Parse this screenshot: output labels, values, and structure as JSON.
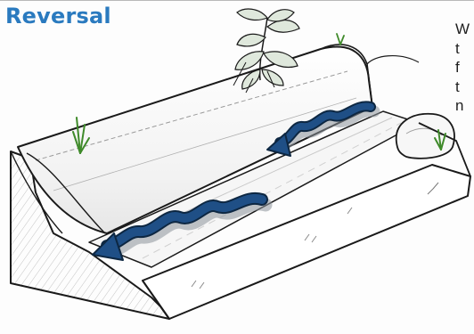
{
  "figure": {
    "title": "Reversal",
    "side_text_fragments": [
      "W",
      "t",
      "f",
      "t",
      "n"
    ],
    "colors": {
      "title": "#2a7abf",
      "flow_arrow": "#1f4f86",
      "flow_arrow_outline": "#0d2742",
      "flow_arrow_shadow": "#8d949b",
      "vegetation": "#3f8a2a",
      "line_art": "#1a1a1a"
    },
    "icons": [
      "water-flow-arrow",
      "grass-tuft-icon",
      "plant-icon",
      "rock-icon"
    ]
  }
}
